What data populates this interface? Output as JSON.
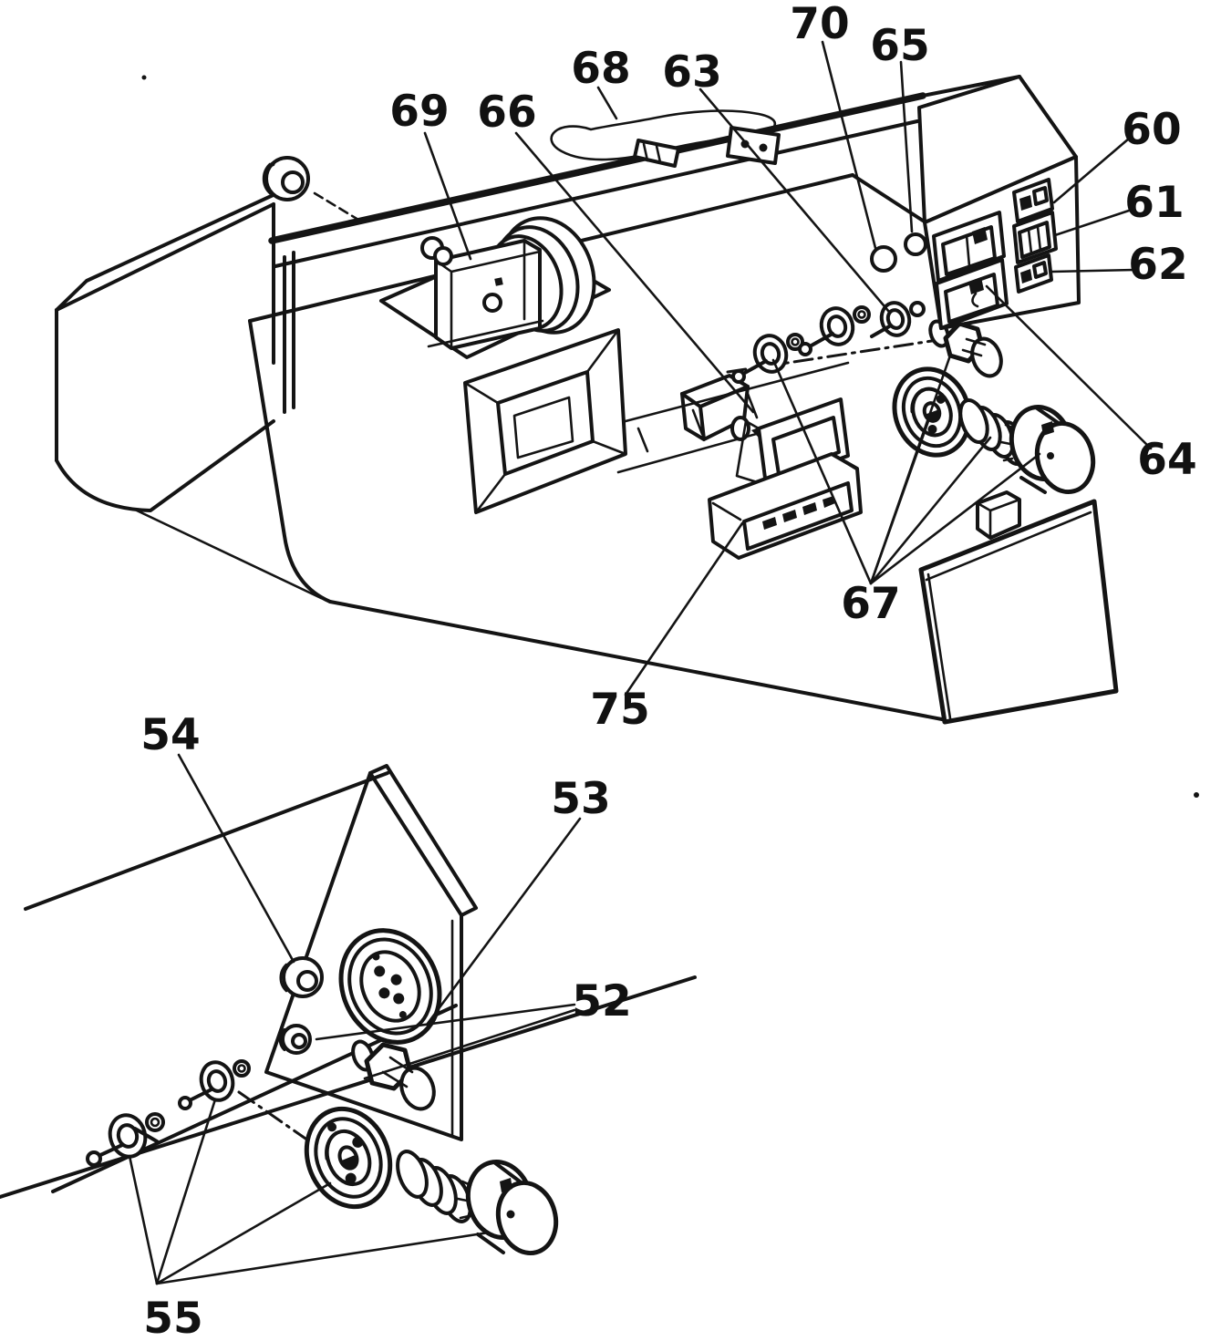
{
  "diagram": {
    "background": "#ffffff",
    "ink": "#141414",
    "callouts": {
      "n52": "52",
      "n53": "53",
      "n54": "54",
      "n55": "55",
      "n60": "60",
      "n61": "61",
      "n62": "62",
      "n63": "63",
      "n64": "64",
      "n65": "65",
      "n66": "66",
      "n67": "67",
      "n68": "68",
      "n69": "69",
      "n70": "70",
      "n75": "75"
    }
  }
}
